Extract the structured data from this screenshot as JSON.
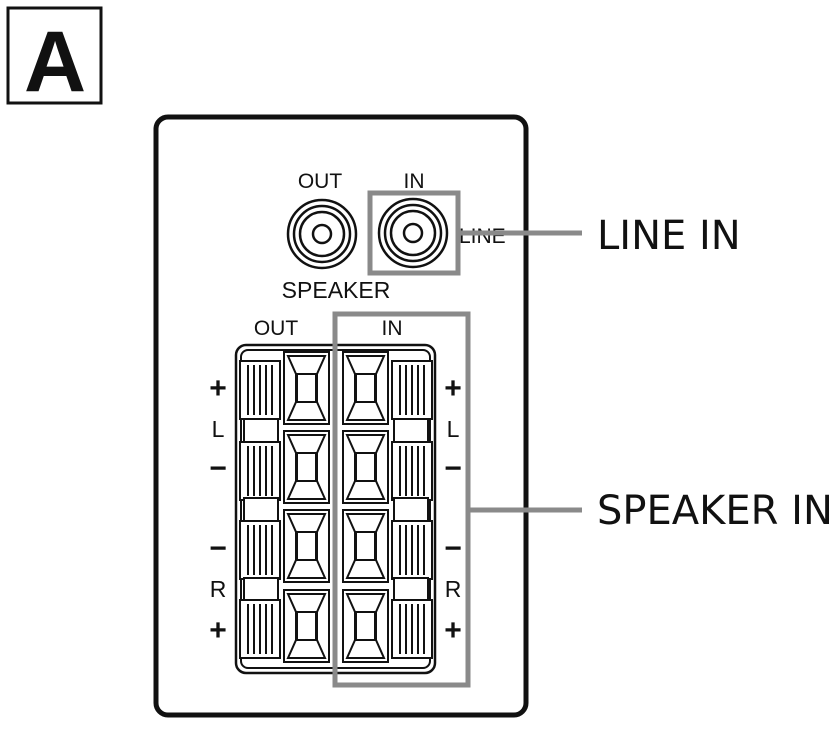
{
  "figure": {
    "panel_letter": "A",
    "rca": {
      "out_label": "OUT",
      "in_label": "IN",
      "line_label": "LINE",
      "speaker_label": "SPEAKER"
    },
    "terminals": {
      "out_label": "OUT",
      "in_label": "IN",
      "left_side_marks": [
        "+",
        "L",
        "−",
        "−",
        "R",
        "+"
      ],
      "right_side_marks": [
        "+",
        "L",
        "−",
        "−",
        "R",
        "+"
      ]
    },
    "callouts": {
      "line_in": "LINE IN",
      "speaker_in": "SPEAKER IN"
    },
    "colors": {
      "outline": "#111111",
      "highlight": "#8a8a8a",
      "background": "#ffffff"
    }
  }
}
